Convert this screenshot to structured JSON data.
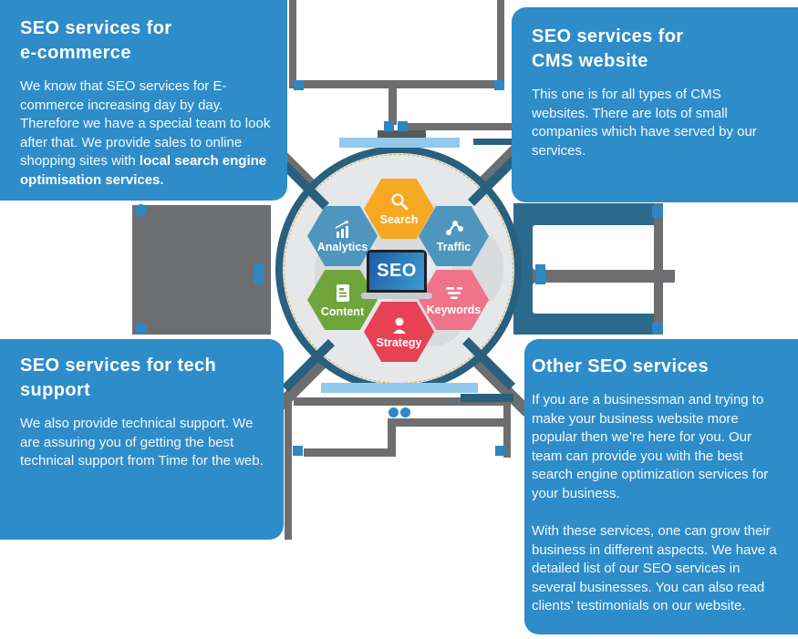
{
  "cards": {
    "ecommerce": {
      "title_lines": [
        "SEO services for",
        "e-commerce"
      ],
      "body": "We know that SEO services for E-commerce increasing day by day. Therefore we have a special team to look after that. We provide sales to online shopping sites with ",
      "body_bold": "local search engine optimisation services."
    },
    "cms": {
      "title_lines": [
        "SEO services for",
        "CMS website"
      ],
      "body": "This one is for all types of CMS websites. There are lots of small companies which have served by our services."
    },
    "tech": {
      "title_lines": [
        "SEO services for tech",
        "support"
      ],
      "body": "We also provide technical support. We are assuring you of getting the best technical support from Time for the web."
    },
    "other": {
      "title_lines": [
        "Other SEO services"
      ],
      "body_p1": "If you are a businessman and trying to make your business website more popular then we’re here for you. Our team can provide you with the best search engine optimization services for your business.",
      "body_p2": "With these services, one can grow their business in different aspects. We have a detailed list of our SEO services in several businesses. You can also read clients’ testimonials on our website."
    }
  },
  "diagram": {
    "center_label": "SEO",
    "hexagons": [
      {
        "label": "Search",
        "color": "#F7A823",
        "icon": "magnifier-icon"
      },
      {
        "label": "Analytics",
        "color": "#4E96BE",
        "icon": "bar-chart-icon"
      },
      {
        "label": "Traffic",
        "color": "#4E96BE",
        "icon": "share-nodes-icon"
      },
      {
        "label": "Content",
        "color": "#70A53D",
        "icon": "document-icon"
      },
      {
        "label": "Keywords",
        "color": "#F07489",
        "icon": "keyword-lines-icon"
      },
      {
        "label": "Strategy",
        "color": "#E84156",
        "icon": "person-icon"
      }
    ]
  },
  "palette": {
    "card_blue": "#2E8CC9",
    "connector_gray": "#6D6E70",
    "node_blue": "#2F86C4",
    "panel_blue": "#2B6A8C",
    "ring_blue": "#29607F",
    "circle_gray": "#E6E7E9",
    "dashed_gold": "#D8A850",
    "light_blue": "#93C9EC",
    "laptop_screen_blue": "#2C79BF"
  }
}
